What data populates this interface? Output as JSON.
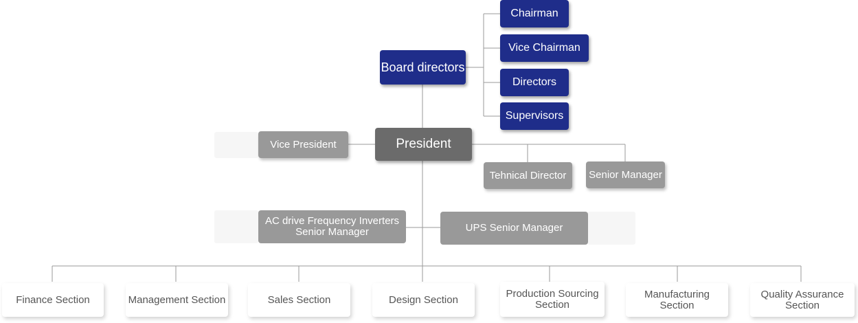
{
  "board": {
    "title": "Board directors",
    "members": [
      "Chairman",
      "Vice Chairman",
      "Directors",
      "Supervisors"
    ]
  },
  "president": "President",
  "vice_president": "Vice President",
  "technical_director": "Tehnical Director",
  "senior_manager": "Senior Manager",
  "ac_drive": {
    "line1": "AC drive Frequency Inverters",
    "line2": "Senior Manager"
  },
  "ups_manager": "UPS Senior Manager",
  "sections": {
    "finance": "Finance Section",
    "management": "Management Section",
    "sales": "Sales Section",
    "design": "Design Section",
    "production": {
      "line1": "Production Sourcing",
      "line2": "Section"
    },
    "manufacturing": "Manufacturing Section",
    "quality": {
      "line1": "Quality Assurance",
      "line2": "Section"
    }
  },
  "colors": {
    "board": "#1f2d8a",
    "president": "#6b6b6b",
    "managers": "#999999",
    "sections": "#ffffff",
    "connector": "#9a9a9a"
  }
}
